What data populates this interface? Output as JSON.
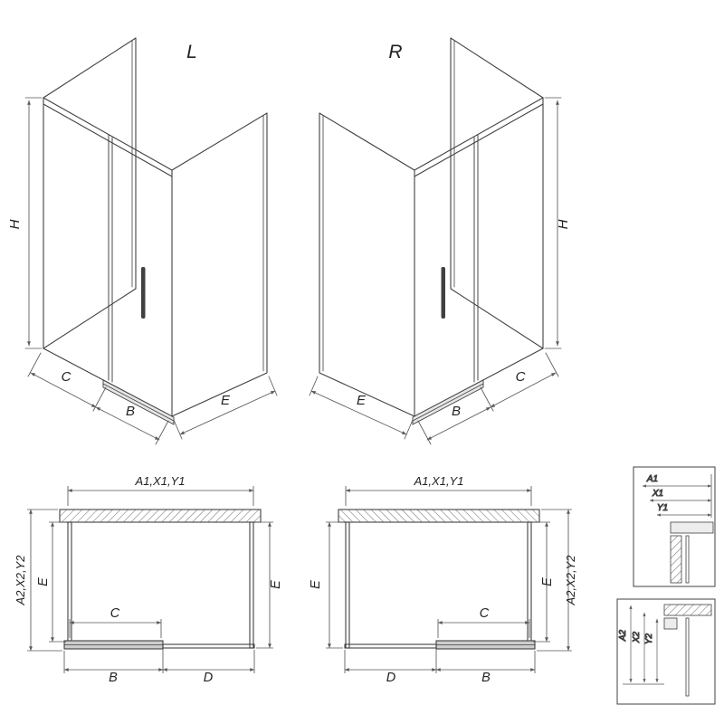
{
  "drawing": {
    "background": "#ffffff",
    "line_color": "#404040",
    "dim_color": "#595959",
    "text_color": "#222222"
  },
  "iso_left": {
    "variant": "L",
    "height_dim": "H",
    "front_fixed_dim": "C",
    "door_dim": "B",
    "side_dim": "E"
  },
  "iso_right": {
    "variant": "R",
    "height_dim": "H",
    "front_fixed_dim": "C",
    "door_dim": "B",
    "side_dim": "E"
  },
  "plan_left": {
    "width_dim": "A1,X1,Y1",
    "depth_dim": "A2,X2,Y2",
    "side_left_dim": "E",
    "side_right_dim": "E",
    "opening_dim": "C",
    "door_dim": "B",
    "fixed_dim": "D"
  },
  "plan_right": {
    "width_dim": "A1,X1,Y1",
    "depth_dim": "A2,X2,Y2",
    "side_left_dim": "E",
    "side_right_dim": "E",
    "opening_dim": "C",
    "door_dim": "B",
    "fixed_dim": "D"
  },
  "detail_a1": {
    "labels": [
      "A1",
      "X1",
      "Y1"
    ]
  },
  "detail_a2": {
    "labels": [
      "A2",
      "X2",
      "Y2"
    ]
  }
}
